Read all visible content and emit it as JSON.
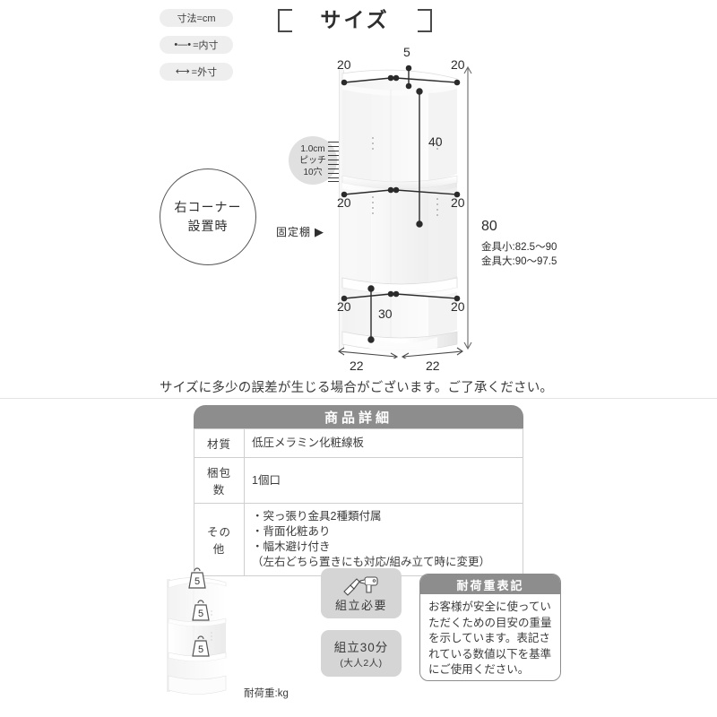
{
  "header": {
    "title": "サイズ",
    "legend": [
      {
        "label": "寸法=cm",
        "icon": "",
        "name": "legend-unit"
      },
      {
        "label": "=内寸",
        "icon": "•—•",
        "name": "legend-inner"
      },
      {
        "label": "=外寸",
        "icon": "⟷",
        "name": "legend-outer"
      }
    ]
  },
  "diagram": {
    "corner_note": {
      "line1": "右コーナー",
      "line2": "設置時"
    },
    "pitch_badge": {
      "line1": "1.0cm",
      "line2": "ピッチ",
      "line3": "10穴"
    },
    "fixed_shelf_label": "固定棚",
    "fixed_shelf_arrow": "▶",
    "dims": {
      "top_left": "20",
      "top_center": "5",
      "top_right": "20",
      "mid_height": "40",
      "mid_left": "20",
      "mid_right": "20",
      "low_left": "20",
      "low_right": "20",
      "low_height": "30",
      "base_left": "22",
      "base_right": "22",
      "total_height": "80",
      "bracket_small": "金具小:82.5〜90",
      "bracket_large": "金具大:90〜97.5"
    }
  },
  "note": "サイズに多少の誤差が生じる場合がございます。ご了承ください。",
  "spec": {
    "heading": "商品詳細",
    "rows": [
      {
        "key": "材質",
        "value": "低圧メラミン化粧線板"
      },
      {
        "key": "梱包数",
        "value": "1個口"
      },
      {
        "key": "その他",
        "value": "・突っ張り金具2種類付属\n・背面化粧あり\n・幅木避け付き\n（左右どちら置きにも対応/組み立て時に変更）"
      }
    ]
  },
  "load": {
    "weights": [
      "5",
      "5",
      "5"
    ],
    "caption": "耐荷重:kg"
  },
  "assembly": {
    "need": {
      "label": "組立必要",
      "icon": "drill-screwdriver-icon"
    },
    "time": {
      "label": "組立30分",
      "sub": "(大人2人)"
    }
  },
  "info": {
    "heading": "耐荷重表記",
    "body": "お客様が安全に使ってい\nただくための目安の重量\nを示しています。表記さ\nれている数値以下を基準\nにご使用ください。"
  },
  "colors": {
    "accent_gray": "#8d8d8d",
    "badge_gray": "#d5d5d5",
    "pill_gray": "#eeeeee",
    "text": "#3b3b3b"
  }
}
